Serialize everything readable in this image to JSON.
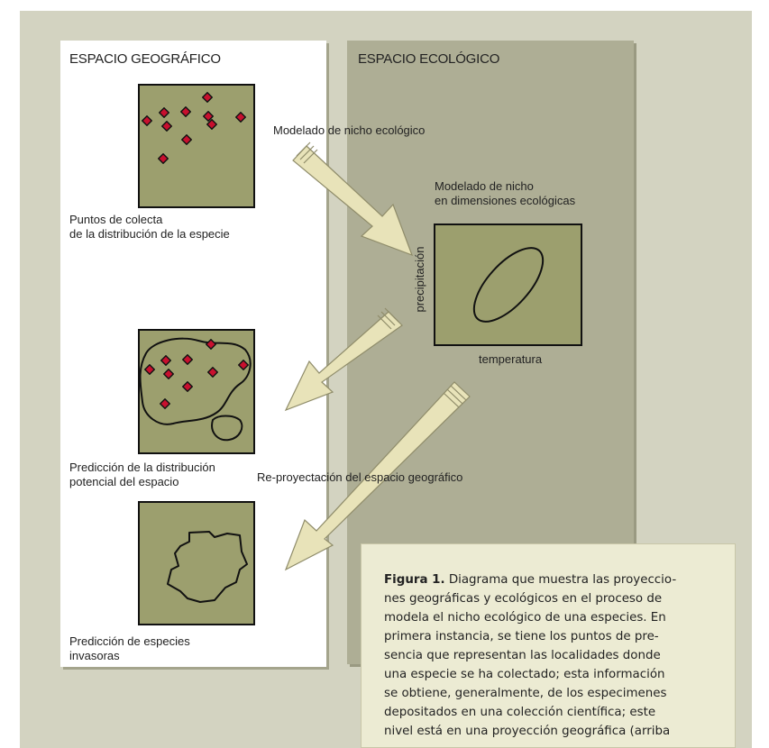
{
  "panels": {
    "geographic_title": "ESPACIO GEOGRÁFICO",
    "ecological_title": "ESPACIO ECOLÓGICO"
  },
  "labels": {
    "niche_modeling": "Modelado de nicho ecológico",
    "niche_dimensions_1": "Modelado de nicho",
    "niche_dimensions_2": "en dimensiones ecológicas",
    "collection_points_1": "Puntos de colecta",
    "collection_points_2": "de la distribución de la especie",
    "y_axis": "precipitación",
    "x_axis": "temperatura",
    "prediction_1": "Predicción de la distribución",
    "prediction_2": "potencial del espacio",
    "reprojection": "Re-proyectación del espacio geográfico",
    "invasive_1": "Predicción de especies",
    "invasive_2": "invasoras"
  },
  "caption": {
    "figure_label": "Figura 1.",
    "lines": [
      " Diagrama que muestra las proyeccio-",
      "nes geográficas y ecológicos en el proceso de",
      "modela el nicho ecológico de una especies. En",
      "primera instancia, se tiene los puntos de pre-",
      "sencia que representan las localidades donde",
      "una especie se ha colectado; esta información",
      "se obtiene, generalmente, de los especimenes",
      "depositados en una colección científica; este",
      "nivel está en una proyección geográfica (arriba"
    ]
  },
  "colors": {
    "outer_background": "#d3d3c1",
    "ecological_panel": "#aeae95",
    "map_fill": "#9c9f6e",
    "point_fill": "#c8102e",
    "arrow_fill": "#e8e3b9",
    "caption_background": "#ecebd3"
  }
}
